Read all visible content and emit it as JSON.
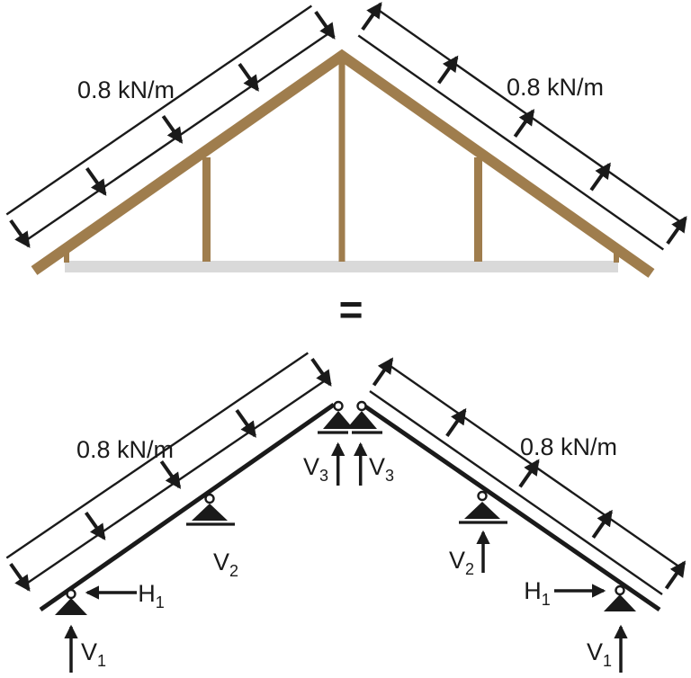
{
  "labels": {
    "load": "0.8 kN/m",
    "equals": "="
  },
  "reactions": {
    "v1": {
      "base": "V",
      "sub": "1"
    },
    "v2": {
      "base": "V",
      "sub": "2"
    },
    "v3": {
      "base": "V",
      "sub": "3"
    },
    "h1": {
      "base": "H",
      "sub": "1"
    }
  },
  "colors": {
    "wood": "#9f7d4d",
    "ceiling": "#d9d9d9",
    "ink": "#1a1a1a",
    "paper": "#ffffff"
  }
}
